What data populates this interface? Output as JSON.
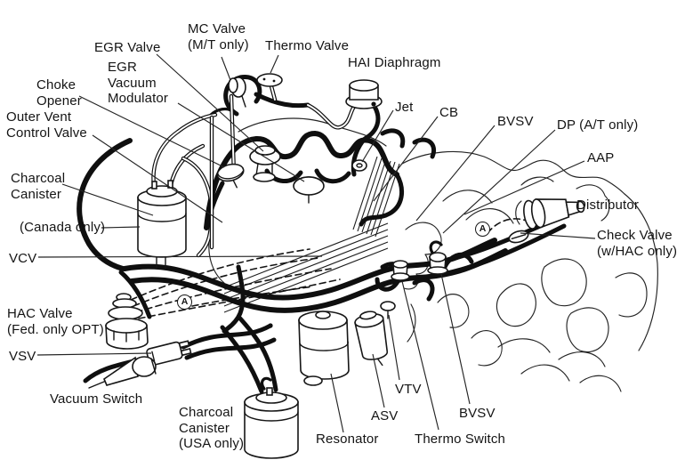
{
  "figure": {
    "type": "engine-vacuum-hose-routing-diagram",
    "background_color": "#ffffff",
    "ink_color": "#141414"
  },
  "symbols": {
    "circled_a": "A"
  },
  "labels": {
    "mc_valve": "MC Valve\n(M/T only)",
    "thermo_valve": "Thermo Valve",
    "hai_diaphragm": "HAI Diaphragm",
    "egr_valve": "EGR Valve",
    "egr_vacuum_modulator": "EGR\nVacuum\nModulator",
    "choke_opener": "Choke\nOpener",
    "outer_vent_control_valve": "Outer Vent\nControl Valve",
    "charcoal_canister_canada": "Charcoal\nCanister",
    "canada_only": "(Canada only)",
    "vcv": "VCV",
    "hac_valve": "HAC Valve\n(Fed. only OPT)",
    "vsv": "VSV",
    "vacuum_switch": "Vacuum Switch",
    "charcoal_canister_usa": "Charcoal\nCanister\n(USA only)",
    "resonator": "Resonator",
    "asv": "ASV",
    "vtv": "VTV",
    "bvsv_lower": "BVSV",
    "thermo_switch": "Thermo Switch",
    "jet": "Jet",
    "cb": "CB",
    "bvsv_upper": "BVSV",
    "dp_at_only": "DP (A/T only)",
    "aap": "AAP",
    "distributor": "Distributor",
    "check_valve": "Check Valve\n(w/HAC only)"
  }
}
